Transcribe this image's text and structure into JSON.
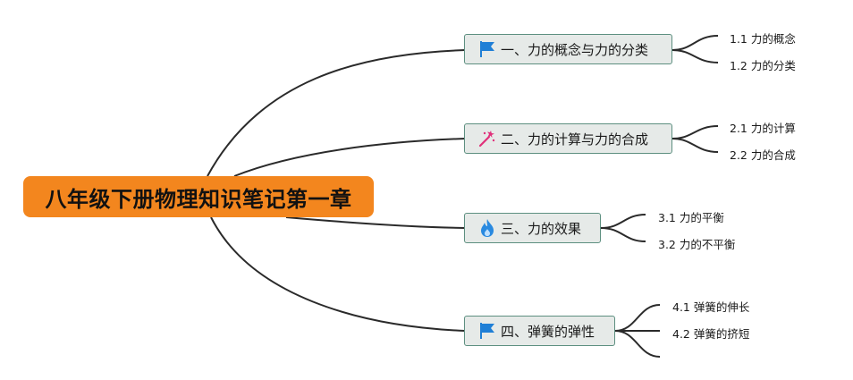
{
  "root": {
    "label": "八年级下册物理知识笔记第一章",
    "color": "#f3861e"
  },
  "topics": [
    {
      "label": "一、力的概念与力的分类",
      "icon": "flag-icon",
      "subtopics": [
        "1.1 力的概念",
        "1.2 力的分类"
      ]
    },
    {
      "label": "二、力的计算与力的合成",
      "icon": "magic-wand-icon",
      "subtopics": [
        "2.1 力的计算",
        "2.2 力的合成"
      ]
    },
    {
      "label": "三、力的效果",
      "icon": "flame-icon",
      "subtopics": [
        "3.1 力的平衡",
        "3.2 力的不平衡"
      ]
    },
    {
      "label": "四、弹簧的弹性",
      "icon": "flag-icon",
      "subtopics": [
        "4.1 弹簧的伸长",
        "4.2 弹簧的挤短",
        ""
      ]
    }
  ],
  "colors": {
    "topic_border": "#5d8f80",
    "topic_fill": "#e6eae8",
    "line": "#2a2a2a",
    "flag": "#1f7fd6",
    "flame": "#2a8ae0",
    "wand": "#e0307a"
  }
}
